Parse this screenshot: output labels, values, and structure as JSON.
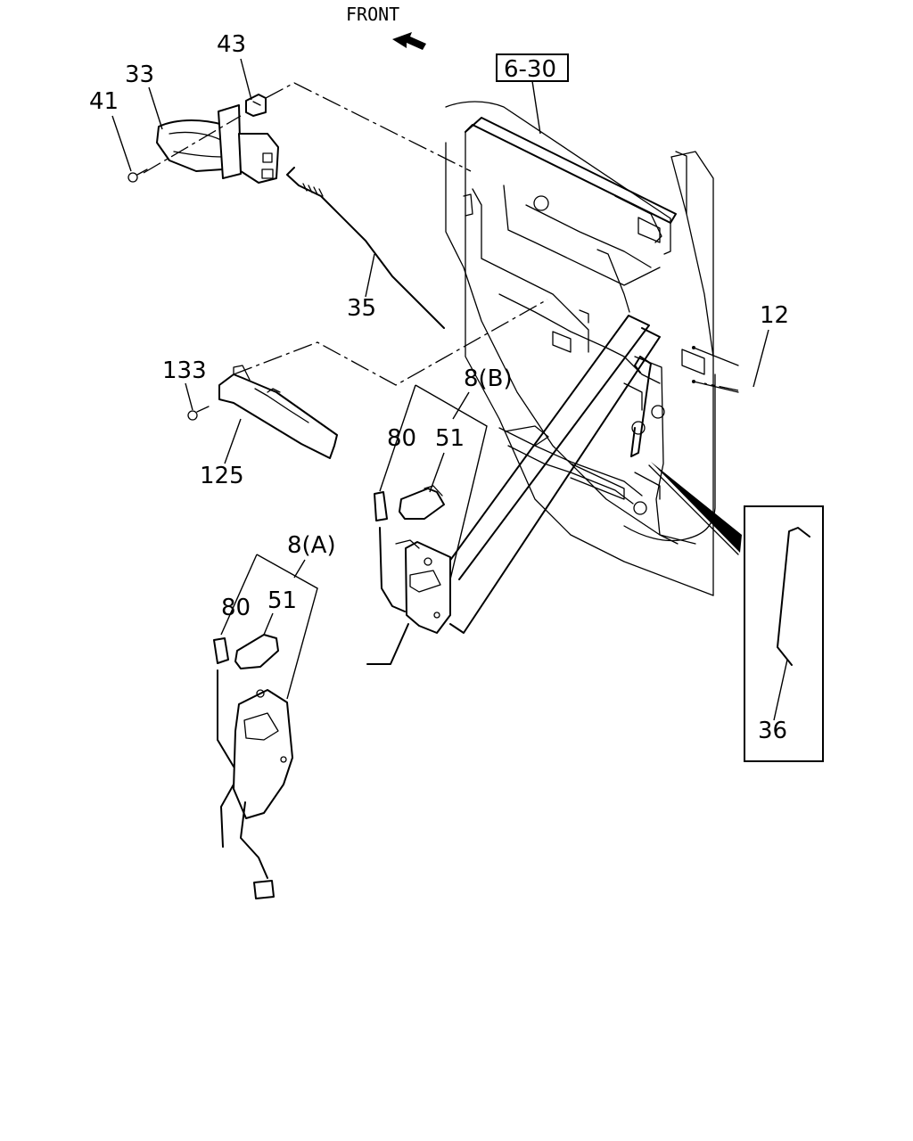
{
  "direction_label": "FRONT",
  "reference_box": "6-30",
  "callouts": {
    "c43": "43",
    "c33": "33",
    "c41": "41",
    "c35": "35",
    "c12": "12",
    "c133": "133",
    "c125": "125",
    "c8b": "8(B)",
    "c80b": "80",
    "c51b": "51",
    "c8a": "8(A)",
    "c80a": "80",
    "c51a": "51",
    "c36": "36"
  }
}
